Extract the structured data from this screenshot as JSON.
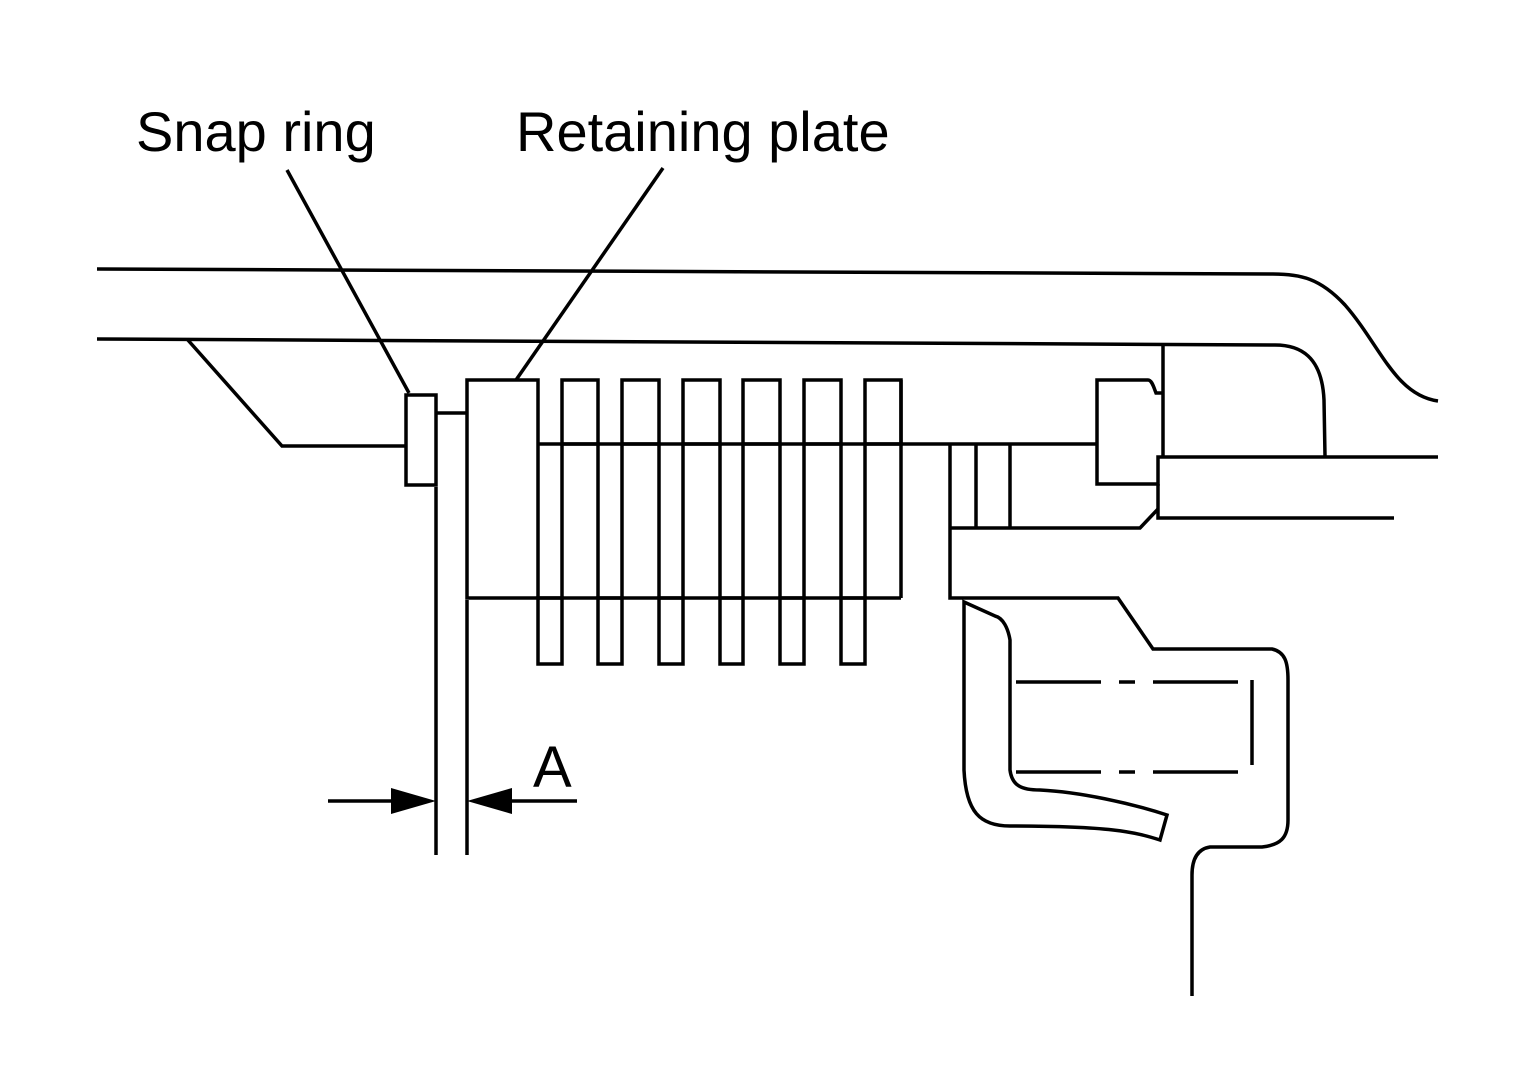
{
  "labels": {
    "snap_ring": "Snap ring",
    "retaining_plate": "Retaining plate",
    "clearance": "A"
  },
  "colors": {
    "line": "#000000",
    "background": "#ffffff"
  }
}
